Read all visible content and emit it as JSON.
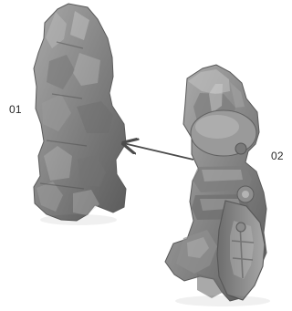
{
  "labels": {
    "left": "01",
    "right": "02"
  },
  "illustration": {
    "left_model": "rough-blockout-sculpt",
    "right_model": "refined-armor-sculpt",
    "arrow": "reference-arrow"
  },
  "colors": {
    "background": "#ffffff",
    "model_gray": "#8d8d8d",
    "model_dark": "#5f5f5f",
    "model_light": "#b8b8b8",
    "arrow": "#4b4b4b",
    "label": "#2b2b2b"
  }
}
